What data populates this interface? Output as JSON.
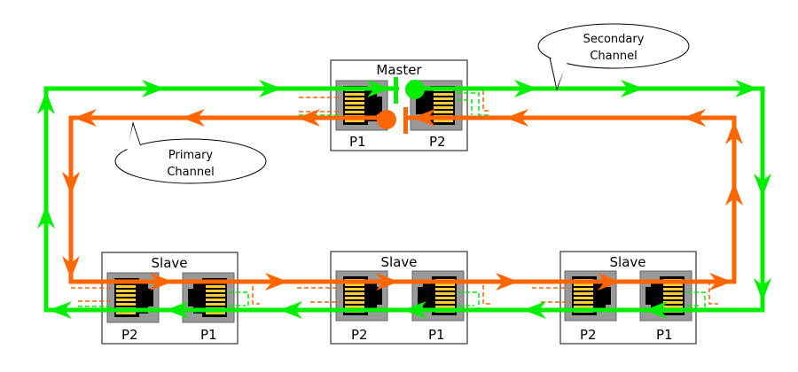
{
  "diagram": {
    "colors": {
      "secondary": "#00ee00",
      "primary": "#ff6600",
      "box_border": "#333333",
      "port_gray": "#999999",
      "pin_gold": "#ffcc33",
      "plug_black": "#000000"
    },
    "callouts": {
      "primary": {
        "line1": "Primary",
        "line2": "Channel"
      },
      "secondary": {
        "line1": "Secondary",
        "line2": "Channel"
      }
    },
    "devices": [
      {
        "id": "master",
        "title": "Master",
        "ports": [
          "P1",
          "P2"
        ]
      },
      {
        "id": "slave-left",
        "title": "Slave",
        "ports": [
          "P2",
          "P1"
        ]
      },
      {
        "id": "slave-middle",
        "title": "Slave",
        "ports": [
          "P2",
          "P1"
        ]
      },
      {
        "id": "slave-right",
        "title": "Slave",
        "ports": [
          "P2",
          "P1"
        ]
      }
    ],
    "channels": [
      {
        "name": "Primary Channel",
        "color": "primary",
        "direction": "counter-clockwise"
      },
      {
        "name": "Secondary Channel",
        "color": "secondary",
        "direction": "clockwise"
      }
    ]
  }
}
